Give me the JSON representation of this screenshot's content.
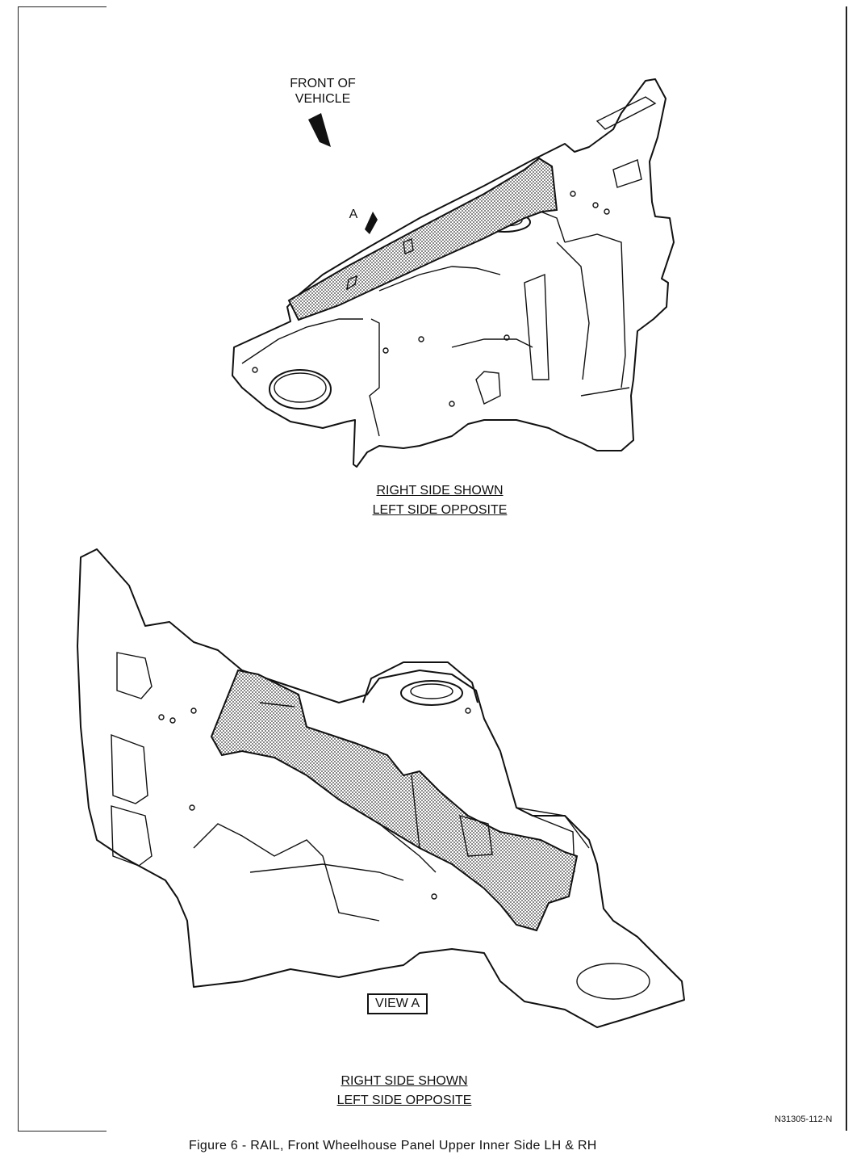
{
  "top_view": {
    "front_label_line1": "FRONT OF",
    "front_label_line2": "VEHICLE",
    "arrow_label": "A",
    "note_line1": "RIGHT SIDE SHOWN",
    "note_line2": "LEFT SIDE OPPOSITE"
  },
  "bottom_view": {
    "view_label": "VIEW A",
    "note_line1": "RIGHT SIDE SHOWN",
    "note_line2": "LEFT SIDE OPPOSITE"
  },
  "drawing_code": "N31305-112-N",
  "caption": "Figure 6 - RAIL, Front Wheelhouse Panel Upper Inner Side LH & RH"
}
